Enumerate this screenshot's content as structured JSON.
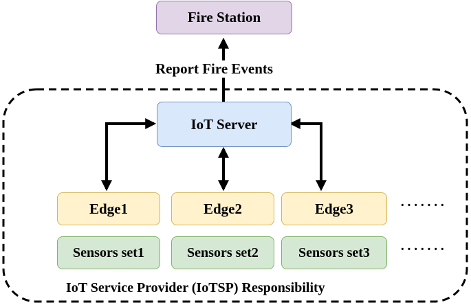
{
  "nodes": {
    "fire_station": "Fire Station",
    "iot_server": "IoT Server",
    "edges": [
      "Edge1",
      "Edge2",
      "Edge3"
    ],
    "sensors": [
      "Sensors set1",
      "Sensors set2",
      "Sensors set3"
    ]
  },
  "labels": {
    "report": "Report Fire Events",
    "boundary": "IoT Service Provider (IoTSP) Responsibility",
    "ellipsis": "·······"
  },
  "colors": {
    "purple_fill": "#e1d5e7",
    "purple_stroke": "#9673a6",
    "blue_fill": "#dae8fc",
    "blue_stroke": "#6c8ebf",
    "yellow_fill": "#fff2cc",
    "yellow_stroke": "#d6b656",
    "green_fill": "#d5e8d4",
    "green_stroke": "#82b366",
    "arrow": "#000000"
  }
}
